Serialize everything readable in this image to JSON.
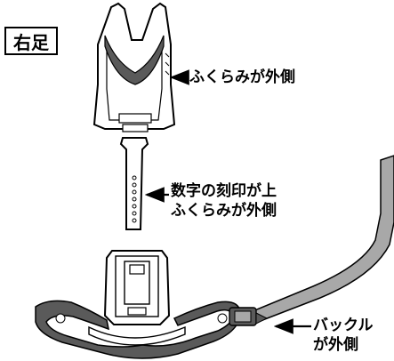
{
  "side_label": "右足",
  "callouts": {
    "shell": "ふくらみが外側",
    "strap_line1": "数字の刻印が上",
    "strap_line2": "ふくらみが外側",
    "buckle_line1": "バックル",
    "buckle_line2": "が外側"
  },
  "colors": {
    "outline": "#000000",
    "pad": "#5a5a5a",
    "strap": "#a8a8a8",
    "background": "#ffffff"
  }
}
